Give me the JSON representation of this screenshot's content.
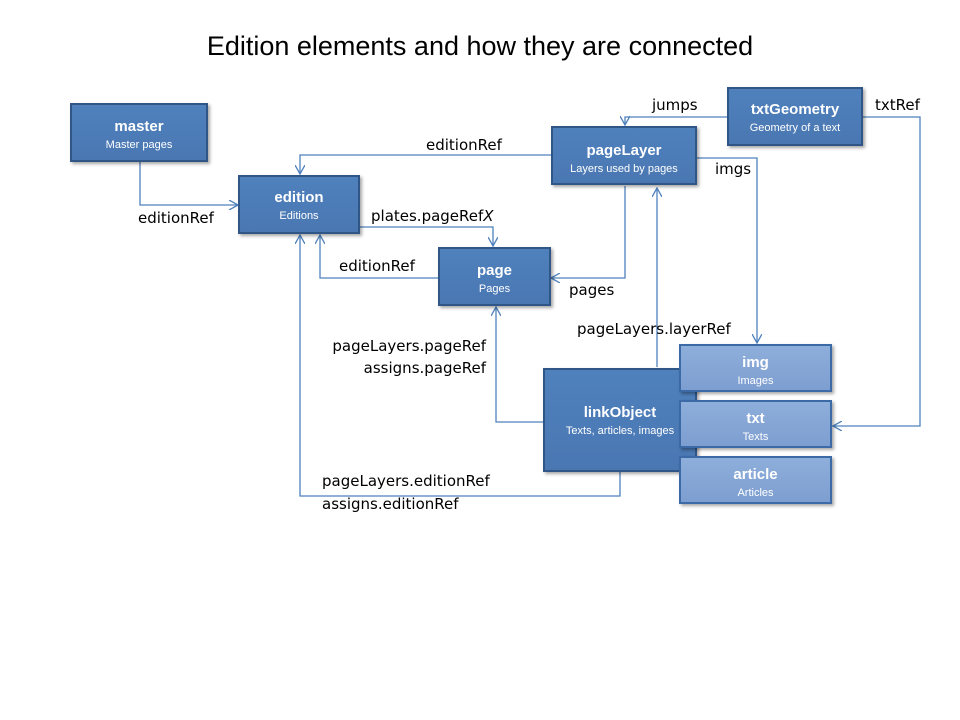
{
  "title": "Edition elements and how they are connected",
  "nodes": {
    "master": {
      "name": "master",
      "desc": "Master pages"
    },
    "edition": {
      "name": "edition",
      "desc": "Editions"
    },
    "page": {
      "name": "page",
      "desc": "Pages"
    },
    "pageLayer": {
      "name": "pageLayer",
      "desc": "Layers used by pages"
    },
    "txtGeometry": {
      "name": "txtGeometry",
      "desc": "Geometry of a text"
    },
    "linkObject": {
      "name": "linkObject",
      "desc": "Texts, articles, images"
    },
    "img": {
      "name": "img",
      "desc": "Images"
    },
    "txt": {
      "name": "txt",
      "desc": "Texts"
    },
    "article": {
      "name": "article",
      "desc": "Articles"
    }
  },
  "labels": {
    "jumps": "jumps",
    "txtRef": "txtRef",
    "pageLayer_editionRef": "editionRef",
    "imgs": "imgs",
    "master_editionRef": "editionRef",
    "plates_pageRef": "plates.pageRef",
    "plates_pageRef_var": "X",
    "page_editionRef": "editionRef",
    "pages": "pages",
    "pageLayers_layerRef": "pageLayers.layerRef",
    "pageLayers_pageRef": "pageLayers.pageRef",
    "assigns_pageRef": "assigns.pageRef",
    "pageLayers_editionRef": "pageLayers.editionRef",
    "assigns_editionRef": "assigns.editionRef"
  }
}
